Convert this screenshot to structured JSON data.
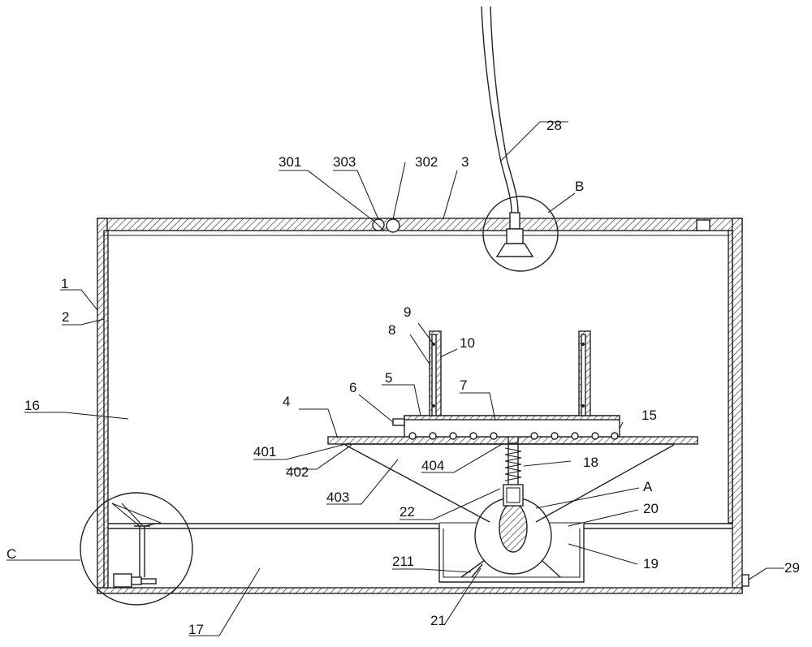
{
  "labels": {
    "l1": "1",
    "l2": "2",
    "l3": "3",
    "l4": "4",
    "l5": "5",
    "l6": "6",
    "l7": "7",
    "l8": "8",
    "l9": "9",
    "l10": "10",
    "l15": "15",
    "l16": "16",
    "l17": "17",
    "l18": "18",
    "l19": "19",
    "l20": "20",
    "l21": "21",
    "l22": "22",
    "l28": "28",
    "l29": "29",
    "l211": "211",
    "l301": "301",
    "l302": "302",
    "l303": "303",
    "l401": "401",
    "l402": "402",
    "l403": "403",
    "l404": "404",
    "lA": "A",
    "lB": "B",
    "lC": "C"
  }
}
